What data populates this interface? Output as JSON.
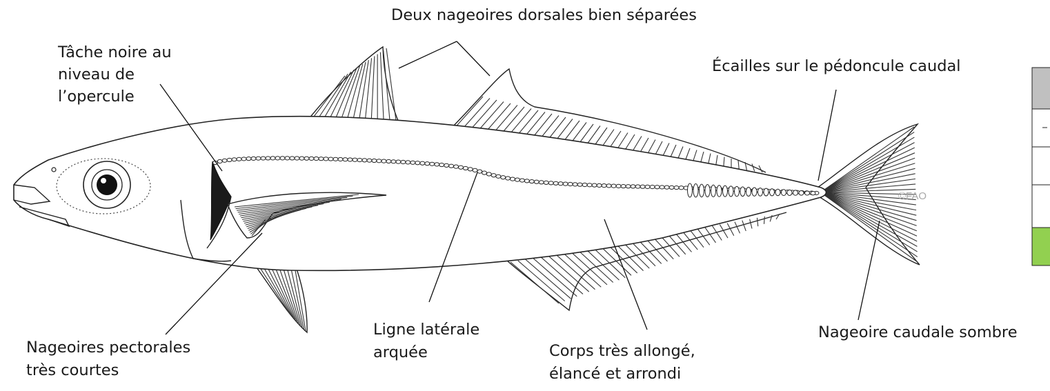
{
  "diagram": {
    "labels": {
      "dorsal": "Deux nageoires dorsales bien séparées",
      "opercule_l1": "Tâche noire au",
      "opercule_l2": "niveau de",
      "opercule_l3": "l’opercule",
      "scales": "Écailles sur le pédoncule caudal",
      "pectoral_l1": "Nageoires pectorales",
      "pectoral_l2": "très courtes",
      "lateral_l1": "Ligne latérale",
      "lateral_l2": "arquée",
      "body_l1": "Corps très allongé,",
      "body_l2": "élancé et arrondi",
      "caudal": "Nageoire caudale sombre"
    },
    "credit": "©FAO",
    "colors": {
      "table_header": "#c0c0c0",
      "table_highlight": "#92d050",
      "ink": "#1a1a1a"
    }
  }
}
